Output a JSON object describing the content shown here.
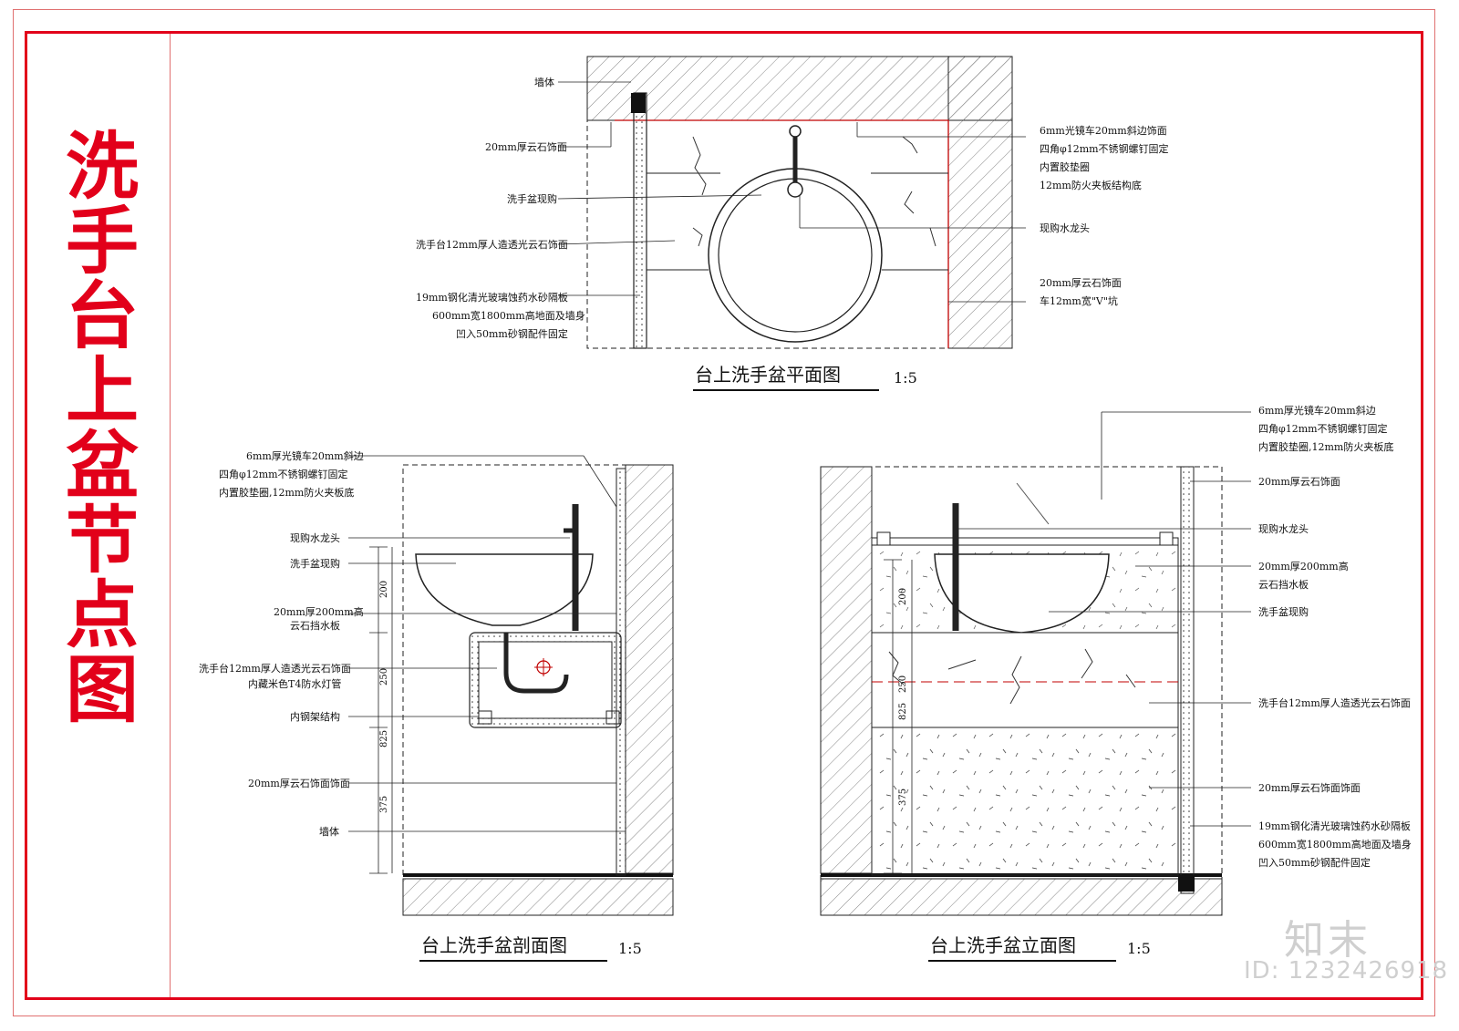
{
  "sheet_title": "洗手台上盆节点图",
  "watermark": {
    "brand": "知末",
    "id": "ID: 1232426918"
  },
  "plan": {
    "title": "台上洗手盆平面图",
    "scale": "1:5",
    "labels": {
      "wall": "墙体",
      "stone_facing": "20mm厚云石饰面",
      "basin": "洗手盆现购",
      "counter": "洗手台12mm厚人造透光云石饰面",
      "glass_1": "19mm钢化清光玻璃蚀药水砂隔板",
      "glass_2": "600mm宽1800mm高地面及墙身",
      "glass_3": "凹入50mm砂钢配件固定",
      "mirror_1": "6mm光镜车20mm斜边饰面",
      "mirror_2": "四角φ12mm不锈钢螺钉固定",
      "mirror_3": "内置胶垫圈",
      "mirror_4": "12mm防火夹板结构底",
      "faucet": "现购水龙头",
      "v_groove_1": "20mm厚云石饰面",
      "v_groove_2": "车12mm宽\"V\"坑"
    }
  },
  "section": {
    "title": "台上洗手盆剖面图",
    "scale": "1:5",
    "labels": {
      "mirror_1": "6mm厚光镜车20mm斜边",
      "mirror_2": "四角φ12mm不锈钢螺钉固定",
      "mirror_3": "内置胶垫圈,12mm防火夹板底",
      "faucet": "现购水龙头",
      "basin": "洗手盆现购",
      "splash_1": "20mm厚200mm高",
      "splash_2": "云石挡水板",
      "counter_1": "洗手台12mm厚人造透光云石饰面",
      "counter_2": "内藏米色T4防水灯管",
      "steel": "内钢架结构",
      "facing": "20mm厚云石饰面饰面",
      "wall": "墙体"
    },
    "dims": [
      "200",
      "250",
      "825",
      "375"
    ]
  },
  "elevation": {
    "title": "台上洗手盆立面图",
    "scale": "1:5",
    "labels": {
      "mirror_1": "6mm厚光镜车20mm斜边",
      "mirror_2": "四角φ12mm不锈钢螺钉固定",
      "mirror_3": "内置胶垫圈,12mm防火夹板底",
      "facing": "20mm厚云石饰面",
      "faucet": "现购水龙头",
      "splash_1": "20mm厚200mm高",
      "splash_2": "云石挡水板",
      "basin": "洗手盆现购",
      "counter": "洗手台12mm厚人造透光云石饰面",
      "facing_2": "20mm厚云石饰面饰面",
      "glass_1": "19mm钢化清光玻璃蚀药水砂隔板",
      "glass_2": "600mm宽1800mm高地面及墙身",
      "glass_3": "凹入50mm砂钢配件固定"
    },
    "dims": [
      "200",
      "250",
      "825",
      "375"
    ]
  }
}
